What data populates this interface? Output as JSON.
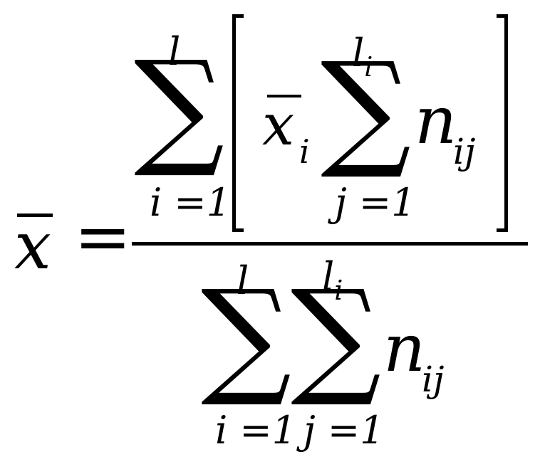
{
  "formula": {
    "lhs": "x",
    "equals": "=",
    "numerator": {
      "sum_upper": "l",
      "sum_symbol": "∑",
      "sum_lower": "i =1",
      "inner_x": "x",
      "inner_x_sub": "i",
      "inner_sum_upper_base": "l",
      "inner_sum_upper_sub": "i",
      "inner_sum_symbol": "∑",
      "inner_sum_lower": "j =1",
      "term": "n",
      "term_sub": "ij"
    },
    "denominator": {
      "sum1_upper": "l",
      "sum1_symbol": "∑",
      "sum1_lower": "i =1",
      "sum2_upper_base": "l",
      "sum2_upper_sub": "i",
      "sum2_symbol": "∑",
      "sum2_lower": "j =1",
      "term": "n",
      "term_sub": "ij"
    }
  }
}
